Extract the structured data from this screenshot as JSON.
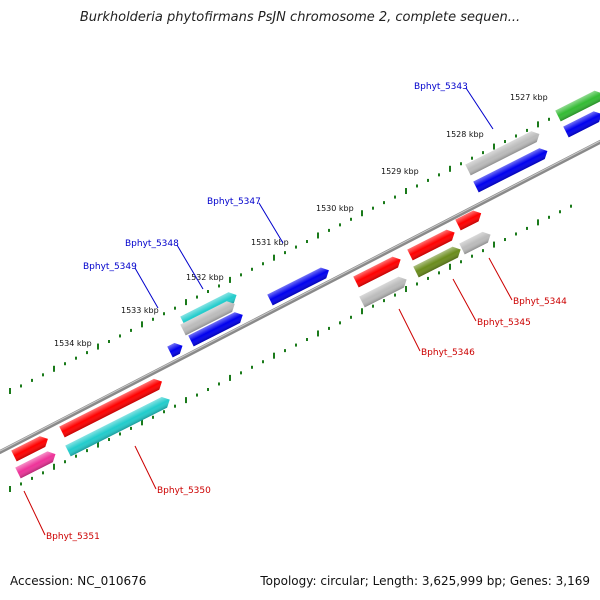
{
  "title": "Burkholderia phytofirmans PsJN chromosome 2, complete sequen...",
  "footer": {
    "accession": "Accession: NC_010676",
    "topology": "Topology: circular; Length: 3,625,999 bp; Genes: 3,169"
  },
  "colors": {
    "backbone": "#8a8a8a",
    "tick": "#1a7a1a",
    "label_top": "#0000cc",
    "label_bottom": "#cc0000",
    "red": "#ff0000",
    "blue": "#0000ee",
    "grey": "#bbbbbb",
    "cyan": "#22cccc",
    "green": "#33bb33",
    "olive": "#6a8c1c",
    "pink": "#ee3399"
  },
  "kbp_labels": [
    "1527 kbp",
    "1528 kbp",
    "1529 kbp",
    "1530 kbp",
    "1531 kbp",
    "1532 kbp",
    "1533 kbp",
    "1534 kbp"
  ],
  "gene_labels": {
    "top": [
      "Bphyt_5343",
      "Bphyt_5347",
      "Bphyt_5348",
      "Bphyt_5349"
    ],
    "bottom": [
      "Bphyt_5344",
      "Bphyt_5345",
      "Bphyt_5346",
      "Bphyt_5350",
      "Bphyt_5351"
    ]
  }
}
